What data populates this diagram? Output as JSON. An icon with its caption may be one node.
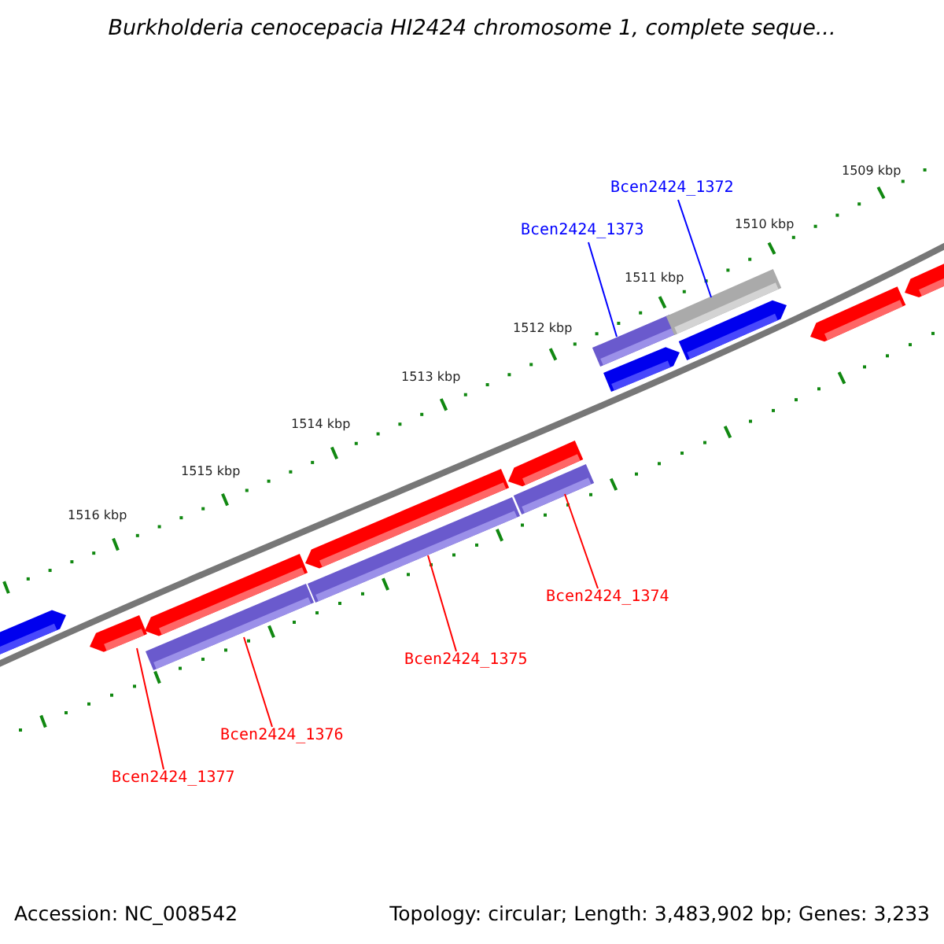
{
  "diagram": {
    "title": "Burkholderia cenocepacia HI2424 chromosome 1, complete seque...",
    "nodes": [
      {
        "text": [
          "Bcen2424_1372"
        ]
      },
      {
        "text": [
          "Bcen2424_1373"
        ]
      },
      {
        "text": [
          "Bcen2424_1374"
        ]
      },
      {
        "text": [
          "Bcen2424_1375"
        ]
      },
      {
        "text": [
          "Bcen2424_1376"
        ]
      },
      {
        "text": [
          "Bcen2424_1377"
        ]
      },
      {
        "text": [],
        "shape": "bar"
      },
      {
        "text": [],
        "shape": "bar"
      },
      {
        "text": [],
        "shape": "bar"
      },
      {
        "text": [],
        "shape": "bar"
      },
      {
        "text": [],
        "shape": "bar"
      },
      {
        "text": [],
        "shape": "bar"
      },
      {
        "text": [],
        "shape": "bar"
      },
      {
        "text": [],
        "shape": "bar"
      },
      {
        "text": [],
        "shape": "bar"
      },
      {
        "text": [],
        "shape": "bar"
      },
      {
        "text": [],
        "shape": "bar"
      },
      {
        "text": [],
        "shape": "bar"
      },
      {
        "text": [],
        "shape": "bar"
      },
      {
        "text": [],
        "shape": "bar"
      }
    ],
    "edges": [
      {
        "from": 0,
        "to": 16,
        "arrow": "none",
        "color": "#0000ff"
      },
      {
        "from": 1,
        "to": 14,
        "arrow": "none",
        "color": "#0000ff"
      },
      {
        "from": 2,
        "to": 13,
        "arrow": "none",
        "color": "#ff0000"
      },
      {
        "from": 3,
        "to": 11,
        "arrow": "none",
        "color": "#ff0000"
      },
      {
        "from": 4,
        "to": 9,
        "arrow": "none",
        "color": "#ff0000"
      },
      {
        "from": 5,
        "to": 7,
        "arrow": "none",
        "color": "#ff0000"
      }
    ],
    "labels": [
      "1509 kbp",
      "1510 kbp",
      "1511 kbp",
      "1512 kbp",
      "1513 kbp",
      "1514 kbp",
      "1515 kbp",
      "1516 kbp",
      "Accession: NC_008542",
      "Topology: circular; Length: 3,483,902 bp; Genes: 3,233"
    ]
  }
}
